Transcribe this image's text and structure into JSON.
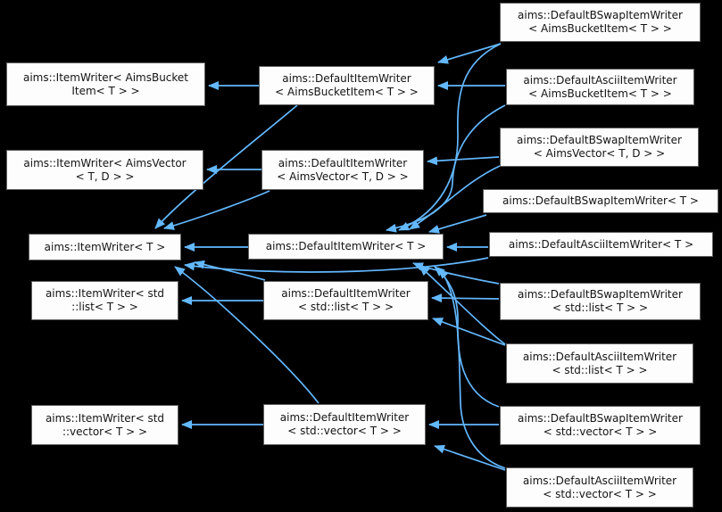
{
  "diagram": {
    "type": "class-inheritance-graph",
    "colors": {
      "background": "#000000",
      "node_fill": "#fdfdfd",
      "node_border": "#5f5f5f",
      "node_text": "#141414",
      "edge": "#63b8ff"
    },
    "nodes": [
      {
        "id": "itemwriter-aimsbucketitem",
        "label_lines": [
          "aims::ItemWriter< AimsBucket",
          "Item< T > >"
        ]
      },
      {
        "id": "itemwriter-aimsvector",
        "label_lines": [
          "aims::ItemWriter< AimsVector",
          "< T, D > >"
        ]
      },
      {
        "id": "itemwriter-t",
        "label_lines": [
          "aims::ItemWriter< T >"
        ]
      },
      {
        "id": "itemwriter-stdlist",
        "label_lines": [
          "aims::ItemWriter< std",
          "::list< T > >"
        ]
      },
      {
        "id": "itemwriter-stdvector",
        "label_lines": [
          "aims::ItemWriter< std",
          "::vector< T > >"
        ]
      },
      {
        "id": "defaultitemwriter-aimsbucketitem",
        "label_lines": [
          "aims::DefaultItemWriter",
          "< AimsBucketItem< T > >"
        ]
      },
      {
        "id": "defaultitemwriter-aimsvector",
        "label_lines": [
          "aims::DefaultItemWriter",
          "< AimsVector< T, D > >"
        ]
      },
      {
        "id": "defaultitemwriter-t",
        "label_lines": [
          "aims::DefaultItemWriter< T >"
        ]
      },
      {
        "id": "defaultitemwriter-stdlist",
        "label_lines": [
          "aims::DefaultItemWriter",
          "< std::list< T > >"
        ]
      },
      {
        "id": "defaultitemwriter-stdvector",
        "label_lines": [
          "aims::DefaultItemWriter",
          "< std::vector< T > >"
        ]
      },
      {
        "id": "defaultbswapitemwriter-aimsbucketitem",
        "label_lines": [
          "aims::DefaultBSwapItemWriter",
          "< AimsBucketItem< T > >"
        ]
      },
      {
        "id": "defaultasciiitemwriter-aimsbucketitem",
        "label_lines": [
          "aims::DefaultAsciiItemWriter",
          "< AimsBucketItem< T > >"
        ]
      },
      {
        "id": "defaultbswapitemwriter-aimsvector",
        "label_lines": [
          "aims::DefaultBSwapItemWriter",
          "< AimsVector< T, D > >"
        ]
      },
      {
        "id": "defaultbswapitemwriter-t",
        "label_lines": [
          "aims::DefaultBSwapItemWriter< T >"
        ]
      },
      {
        "id": "defaultasciiitemwriter-t",
        "label_lines": [
          "aims::DefaultAsciiItemWriter< T >"
        ]
      },
      {
        "id": "defaultbswapitemwriter-stdlist",
        "label_lines": [
          "aims::DefaultBSwapItemWriter",
          "< std::list< T > >"
        ]
      },
      {
        "id": "defaultasciiitemwriter-stdlist",
        "label_lines": [
          "aims::DefaultAsciiItemWriter",
          "< std::list< T > >"
        ]
      },
      {
        "id": "defaultbswapitemwriter-stdvector",
        "label_lines": [
          "aims::DefaultBSwapItemWriter",
          "< std::vector< T > >"
        ]
      },
      {
        "id": "defaultasciiitemwriter-stdvector",
        "label_lines": [
          "aims::DefaultAsciiItemWriter",
          "< std::vector< T > >"
        ]
      }
    ],
    "edges": [
      {
        "from": "defaultitemwriter-aimsbucketitem",
        "to": "itemwriter-aimsbucketitem"
      },
      {
        "from": "defaultitemwriter-aimsvector",
        "to": "itemwriter-aimsvector"
      },
      {
        "from": "defaultitemwriter-t",
        "to": "itemwriter-t"
      },
      {
        "from": "defaultitemwriter-stdlist",
        "to": "itemwriter-stdlist"
      },
      {
        "from": "defaultitemwriter-stdvector",
        "to": "itemwriter-stdvector"
      },
      {
        "from": "defaultbswapitemwriter-aimsbucketitem",
        "to": "defaultitemwriter-aimsbucketitem"
      },
      {
        "from": "defaultasciiitemwriter-aimsbucketitem",
        "to": "defaultitemwriter-aimsbucketitem"
      },
      {
        "from": "defaultbswapitemwriter-aimsvector",
        "to": "defaultitemwriter-aimsvector"
      },
      {
        "from": "defaultbswapitemwriter-t",
        "to": "defaultitemwriter-t"
      },
      {
        "from": "defaultasciiitemwriter-t",
        "to": "defaultitemwriter-t"
      },
      {
        "from": "defaultbswapitemwriter-stdlist",
        "to": "defaultitemwriter-stdlist"
      },
      {
        "from": "defaultasciiitemwriter-stdlist",
        "to": "defaultitemwriter-stdlist"
      },
      {
        "from": "defaultbswapitemwriter-stdvector",
        "to": "defaultitemwriter-stdvector"
      },
      {
        "from": "defaultasciiitemwriter-stdvector",
        "to": "defaultitemwriter-stdvector"
      },
      {
        "from": "defaultitemwriter-aimsbucketitem",
        "to": "itemwriter-t"
      },
      {
        "from": "defaultitemwriter-aimsvector",
        "to": "itemwriter-t"
      },
      {
        "from": "defaultitemwriter-stdlist",
        "to": "itemwriter-t"
      },
      {
        "from": "defaultitemwriter-stdvector",
        "to": "itemwriter-t"
      },
      {
        "from": "defaultasciiitemwriter-t",
        "to": "itemwriter-t"
      },
      {
        "from": "defaultbswapitemwriter-aimsbucketitem",
        "to": "defaultitemwriter-t"
      },
      {
        "from": "defaultasciiitemwriter-aimsbucketitem",
        "to": "defaultitemwriter-t"
      },
      {
        "from": "defaultbswapitemwriter-aimsvector",
        "to": "defaultitemwriter-t"
      },
      {
        "from": "defaultbswapitemwriter-stdlist",
        "to": "defaultitemwriter-t"
      },
      {
        "from": "defaultasciiitemwriter-stdlist",
        "to": "defaultitemwriter-t"
      },
      {
        "from": "defaultbswapitemwriter-stdvector",
        "to": "defaultitemwriter-t"
      },
      {
        "from": "defaultasciiitemwriter-stdvector",
        "to": "defaultitemwriter-t"
      }
    ]
  }
}
